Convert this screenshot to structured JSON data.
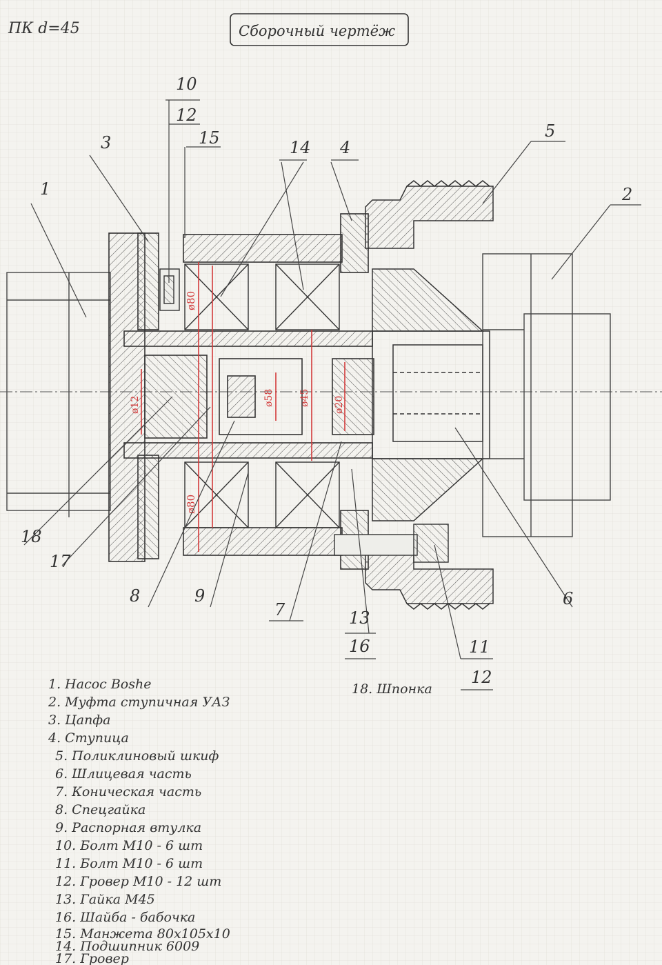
{
  "header": {
    "left_note": "ПК  d=45",
    "title": "Сборочный чертёж"
  },
  "callouts": {
    "n1": "1",
    "n2": "2",
    "n3": "3",
    "n4": "4",
    "n5": "5",
    "n6": "6",
    "n7": "7",
    "n8": "8",
    "n9": "9",
    "n10": "10",
    "n11": "11",
    "n12a": "12",
    "n12b": "12",
    "n13": "13",
    "n14": "14",
    "n15": "15",
    "n16": "16",
    "n17": "17",
    "n18": "18"
  },
  "dimensions": {
    "d80a": "ø80",
    "d80b": "ø80",
    "d12": "ø12",
    "d20": "ø20",
    "d45": "ø45",
    "d58": "ø58"
  },
  "legend": [
    "1. Насос Boshe",
    "2. Муфта ступичная УАЗ",
    "3. Цапфа",
    "4. Ступица",
    "5. Поликлиновый шкиф",
    "6. Шлицевая часть",
    "7. Коническая часть",
    "8. Спецгайка",
    "9. Распорная втулка",
    "10. Болт М10 - 6 шт",
    "11. Болт М10 - 6 шт",
    "12. Гровер М10 - 12 шт",
    "13. Гайка М45",
    "16. Шайба - бабочка",
    "15. Манжета 80х105х10",
    "14. Подшипник 6009",
    "17. Гровер"
  ],
  "legend_extra": "18. Шпонка",
  "colors": {
    "pencil": "#3a3a3a",
    "dimension": "#d23a3a",
    "paper": "#f4f3ef",
    "grid": "#d9d7cf"
  }
}
